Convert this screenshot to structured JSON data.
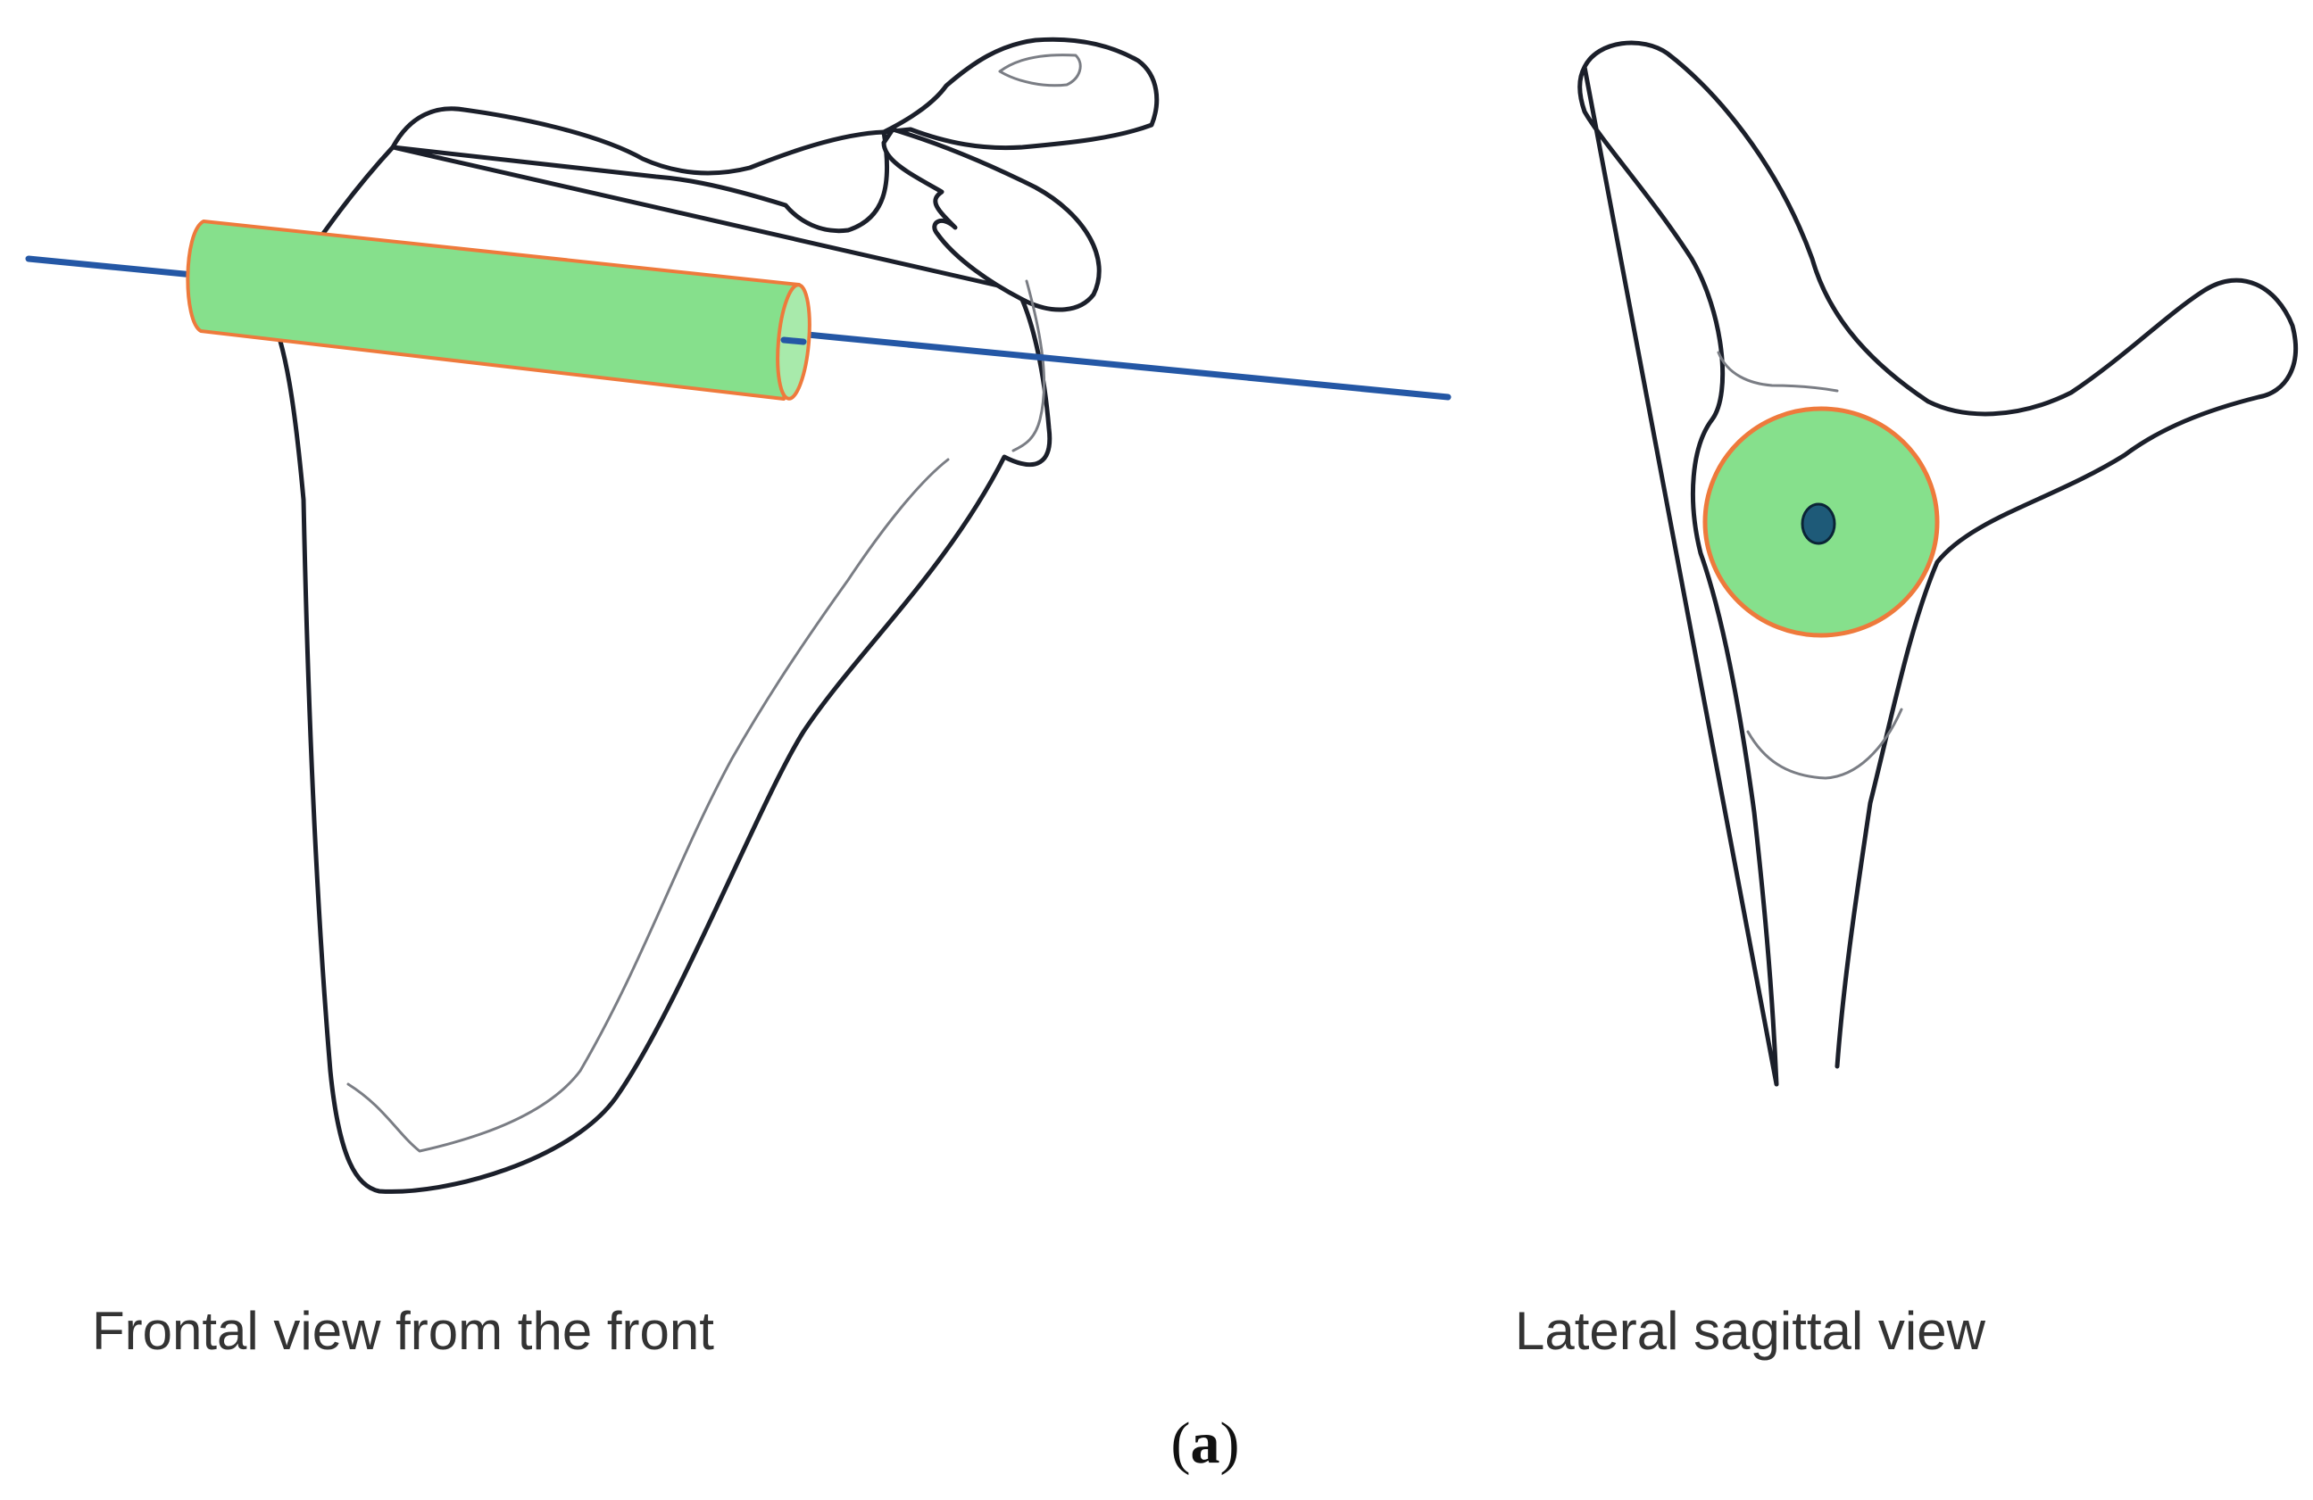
{
  "captions": {
    "left": "Frontal view from the front",
    "right": "Lateral sagittal view"
  },
  "panel_label": {
    "open": "(",
    "letter": "a",
    "close": ")"
  },
  "colors": {
    "bone_outline": "#1b1f2a",
    "inner_line": "#7a7d84",
    "cylinder_fill": "#86e08c",
    "cylinder_stroke": "#ee7a3c",
    "axis_line": "#2457a5",
    "axis_dot": "#1e5a78"
  }
}
